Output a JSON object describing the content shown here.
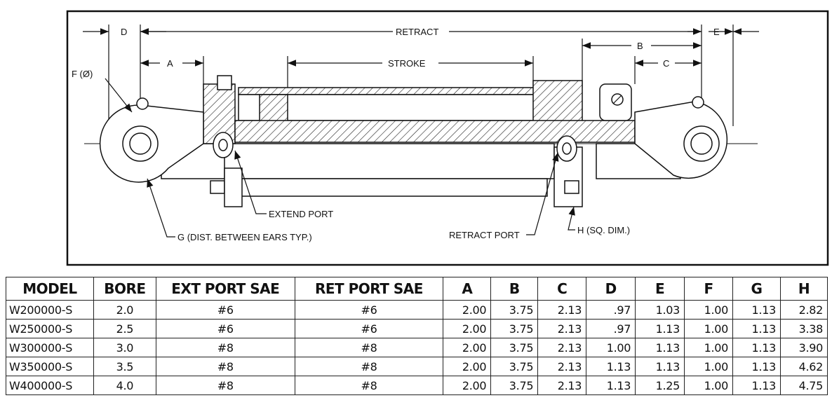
{
  "drawing": {
    "labels": {
      "d": "D",
      "e": "E",
      "retract": "RETRACT",
      "a": "A",
      "stroke": "STROKE",
      "b": "B",
      "c": "C",
      "f": "F (Ø)",
      "extend_port": "EXTEND PORT",
      "g": "G (DIST. BETWEEN EARS TYP.)",
      "retract_port": "RETRACT PORT",
      "h": "H (SQ. DIM.)"
    }
  },
  "table": {
    "headers": [
      "MODEL",
      "BORE",
      "EXT PORT SAE",
      "RET PORT SAE",
      "A",
      "B",
      "C",
      "D",
      "E",
      "F",
      "G",
      "H"
    ],
    "rows": [
      [
        "W200000-S",
        "2.0",
        "#6",
        "#6",
        "2.00",
        "3.75",
        "2.13",
        ".97",
        "1.03",
        "1.00",
        "1.13",
        "2.82"
      ],
      [
        "W250000-S",
        "2.5",
        "#6",
        "#6",
        "2.00",
        "3.75",
        "2.13",
        ".97",
        "1.13",
        "1.00",
        "1.13",
        "3.38"
      ],
      [
        "W300000-S",
        "3.0",
        "#8",
        "#8",
        "2.00",
        "3.75",
        "2.13",
        "1.00",
        "1.13",
        "1.00",
        "1.13",
        "3.90"
      ],
      [
        "W350000-S",
        "3.5",
        "#8",
        "#8",
        "2.00",
        "3.75",
        "2.13",
        "1.13",
        "1.13",
        "1.00",
        "1.13",
        "4.62"
      ],
      [
        "W400000-S",
        "4.0",
        "#8",
        "#8",
        "2.00",
        "3.75",
        "2.13",
        "1.13",
        "1.25",
        "1.00",
        "1.13",
        "4.75"
      ]
    ]
  }
}
